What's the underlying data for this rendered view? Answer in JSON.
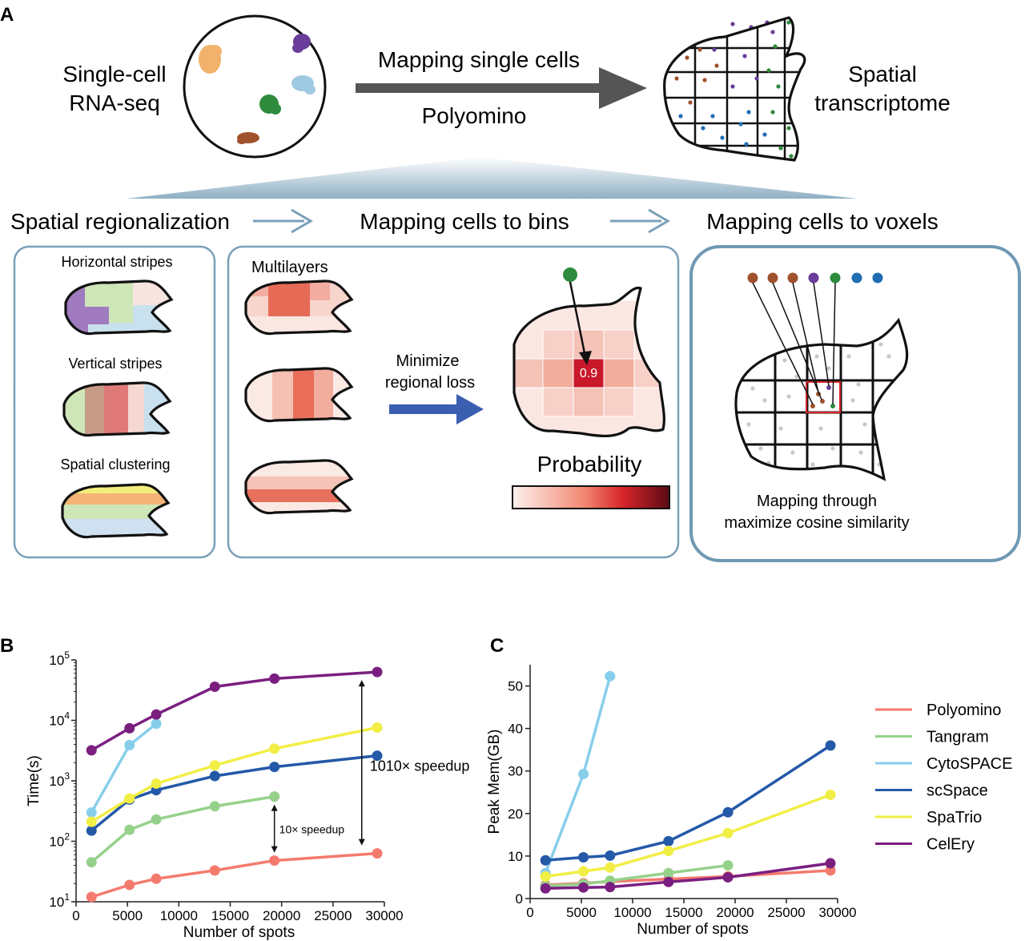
{
  "panel_a": {
    "letter": "A",
    "scrna_label": [
      "Single-cell",
      "RNA-seq"
    ],
    "arrow_top": "Mapping single cells",
    "arrow_bottom": "Polyomino",
    "spatial_label": [
      "Spatial",
      "transcriptome"
    ],
    "step1": "Spatial regionalization",
    "step2": "Mapping cells to bins",
    "step3": "Mapping cells to voxels",
    "box1": {
      "labels": [
        "Horizontal stripes",
        "Vertical stripes",
        "Spatial clustering"
      ]
    },
    "box2": {
      "title": "Multilayers",
      "minimize": [
        "Minimize",
        "regional loss"
      ],
      "cell_value": "0.9",
      "probability": "Probability"
    },
    "box3": {
      "caption": [
        "Mapping through",
        "maximize cosine similarity"
      ]
    },
    "colors": {
      "box_stroke": "#7aa0b8",
      "blue_arrow": "#3a5fb0",
      "gray_arrow": "#555555",
      "cluster_orange": "#f2b26b",
      "cluster_purple": "#6a3d9a",
      "cluster_lightblue": "#9ecae1",
      "cluster_green": "#2e8b3e",
      "cluster_brown": "#a0522d",
      "dot_blue": "#1f6eb4"
    }
  },
  "chart_b": {
    "letter": "B",
    "chart_data": {
      "type": "line",
      "yscale": "log",
      "xlabel": "Number of spots",
      "ylabel": "Time(s)",
      "xlim": [
        0,
        30000
      ],
      "ylim": [
        1,
        5
      ],
      "xticks": [
        0,
        5000,
        10000,
        15000,
        20000,
        25000,
        30000
      ],
      "series": [
        {
          "color": "#f47a6e",
          "x": [
            1500,
            5200,
            7800,
            13500,
            19300,
            29300
          ],
          "y": [
            12,
            19,
            24,
            33,
            48,
            63
          ]
        },
        {
          "color": "#96d18b",
          "x": [
            1500,
            5200,
            7800,
            13500,
            19300
          ],
          "y": [
            45,
            155,
            230,
            380,
            550
          ]
        },
        {
          "color": "#87ceeb",
          "x": [
            1500,
            5200,
            7800
          ],
          "y": [
            300,
            3900,
            8800
          ]
        },
        {
          "color": "#2459a8",
          "x": [
            1500,
            5200,
            7800,
            13500,
            19300,
            29300
          ],
          "y": [
            150,
            490,
            700,
            1200,
            1700,
            2600
          ]
        },
        {
          "color": "#f1ee45",
          "x": [
            1500,
            5200,
            7800,
            13500,
            19300,
            29300
          ],
          "y": [
            210,
            510,
            900,
            1800,
            3400,
            7600
          ]
        },
        {
          "color": "#7a1f80",
          "x": [
            1500,
            5200,
            7800,
            13500,
            19300,
            29300
          ],
          "y": [
            3200,
            7400,
            12500,
            36000,
            49000,
            63000
          ]
        }
      ],
      "annotations": [
        {
          "text": "1010× speedup",
          "x": 27800,
          "y_from": 63,
          "y_to": 63000
        },
        {
          "text": "10× speedup",
          "x": 19300,
          "y_from": 48,
          "y_to": 550
        }
      ]
    }
  },
  "chart_c": {
    "letter": "C",
    "chart_data": {
      "type": "line",
      "xlabel": "Number of spots",
      "ylabel": "Peak Mem(GB)",
      "xlim": [
        0,
        30000
      ],
      "ylim": [
        0,
        55
      ],
      "xticks": [
        0,
        5000,
        10000,
        15000,
        20000,
        25000,
        30000
      ],
      "yticks": [
        0,
        10,
        20,
        30,
        40,
        50
      ],
      "legend_position": "right",
      "series": [
        {
          "name": "Polyomino",
          "color": "#f47a6e",
          "x": [
            1500,
            5200,
            7800,
            13500,
            19300,
            29300
          ],
          "y": [
            3.2,
            3.6,
            4.0,
            4.6,
            5.2,
            6.6
          ]
        },
        {
          "name": "Tangram",
          "color": "#96d18b",
          "x": [
            1500,
            5200,
            7800,
            13500,
            19300
          ],
          "y": [
            3.0,
            3.4,
            4.2,
            6.0,
            7.8
          ]
        },
        {
          "name": "CytoSPACE",
          "color": "#87ceeb",
          "x": [
            1500,
            5200,
            7800
          ],
          "y": [
            6.0,
            29.3,
            52.3
          ]
        },
        {
          "name": "scSpace",
          "color": "#2459a8",
          "x": [
            1500,
            5200,
            7800,
            13500,
            19300,
            29300
          ],
          "y": [
            9.0,
            9.7,
            10.1,
            13.5,
            20.3,
            36.0
          ]
        },
        {
          "name": "SpaTrio",
          "color": "#f1ee45",
          "x": [
            1500,
            5200,
            7800,
            13500,
            19300,
            29300
          ],
          "y": [
            5.2,
            6.4,
            7.3,
            11.2,
            15.4,
            24.4
          ]
        },
        {
          "name": "CelEry",
          "color": "#7a1f80",
          "x": [
            1500,
            5200,
            7800,
            13500,
            19300,
            29300
          ],
          "y": [
            2.4,
            2.6,
            2.7,
            3.9,
            5.0,
            8.3
          ]
        }
      ]
    }
  }
}
